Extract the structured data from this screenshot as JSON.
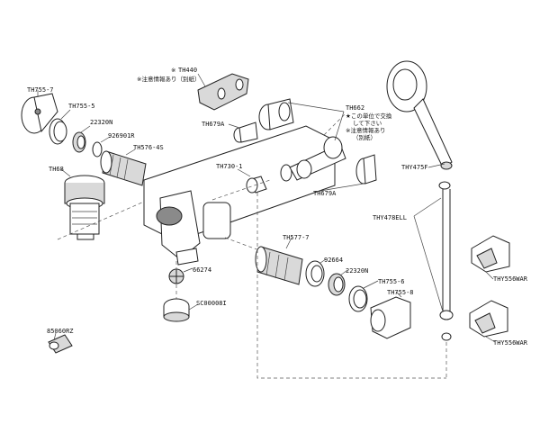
{
  "parts": {
    "th755_7_top": "TH755-7",
    "th755_5": "TH755-5",
    "n22320n_top": "22320N",
    "n926901r": "926901R",
    "th576_4s": "TH576-4S",
    "th68": "TH68",
    "th440": "TH440",
    "th679a_left": "TH679A",
    "th662": "TH662",
    "th730_1": "TH730-1",
    "th679a_right": "TH679A",
    "thy475f": "THY475F",
    "thy478ell": "THY478ELL",
    "th577_7": "TH577-7",
    "n92664": "92664",
    "n22320n_bottom": "22320N",
    "th755_6": "TH755-6",
    "th755_8": "TH755-8",
    "n66274": "66274",
    "sc00008i": "SC00008I",
    "thy556war_top": "THY556WAR",
    "thy556war_bottom": "THY556WAR",
    "n85060rz": "85060RZ"
  },
  "notes": {
    "th440_mark": "※",
    "th440_line2": "※注意情報あり（別紙）",
    "th662_line1": "★この単位で交換",
    "th662_line2": "して下さい",
    "th662_line3": "※注意情報あり",
    "th662_line4": "（別紙）"
  }
}
